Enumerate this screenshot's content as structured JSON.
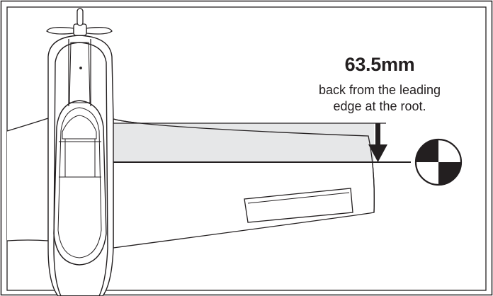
{
  "annotation": {
    "measurement": "63.5mm",
    "description_line1": "back from the leading",
    "description_line2": "edge at the root."
  },
  "colors": {
    "outline": "#231f20",
    "cg_band": "#e6e7e8",
    "background": "#ffffff"
  },
  "icons": {
    "center_of_gravity": "cg-symbol-icon",
    "arrow": "down-arrow-icon"
  }
}
